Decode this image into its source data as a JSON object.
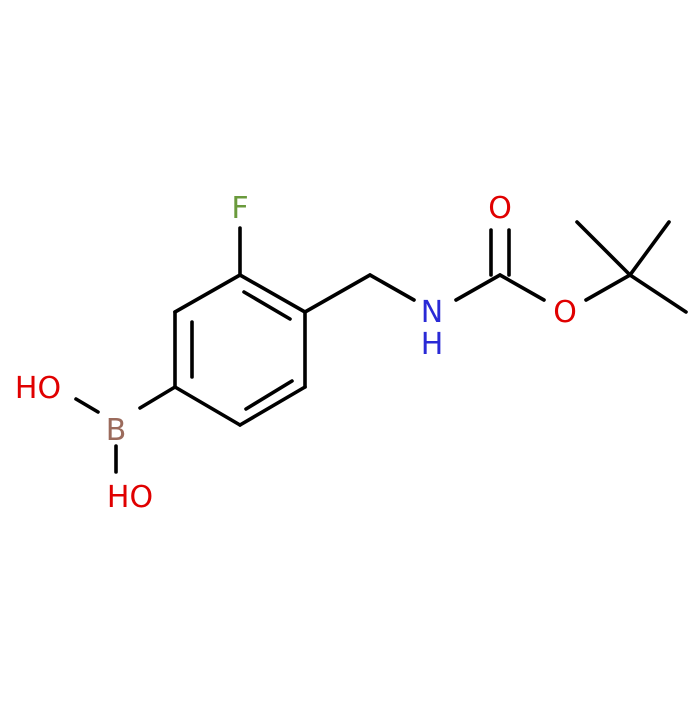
{
  "molecule": {
    "atoms": {
      "F": {
        "text": "F",
        "color": "#6a9a3c"
      },
      "N": {
        "text": "N",
        "color": "#2a2ad6"
      },
      "H": {
        "text": "H",
        "color": "#2a2ad6"
      },
      "O1": {
        "text": "O",
        "color": "#e00000"
      },
      "O2": {
        "text": "O",
        "color": "#e00000"
      },
      "B": {
        "text": "B",
        "color": "#9b6b5c"
      },
      "OH1": {
        "text": "HO",
        "color": "#e00000"
      },
      "OH2": {
        "text": "HO",
        "color": "#e00000"
      }
    },
    "bond_color": "#000000"
  }
}
